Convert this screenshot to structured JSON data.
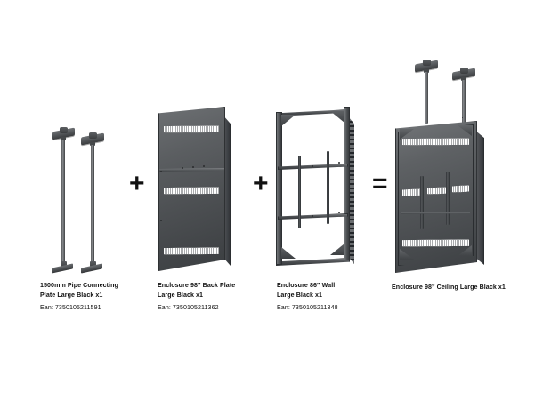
{
  "scene": {
    "background_color": "#ffffff",
    "accent_dark": "#3c3f42",
    "vent_color": "#ffffff",
    "text_color": "#111111"
  },
  "operators": [
    {
      "symbol": "+",
      "name": "plus-operator-1"
    },
    {
      "symbol": "+",
      "name": "plus-operator-2"
    },
    {
      "symbol": "=",
      "name": "equals-operator"
    }
  ],
  "items": [
    {
      "id": "pipe-connecting-plate",
      "title": "1500mm Pipe Connecting\nPlate Large Black x1",
      "ean_label": "Ean: 7350105211591",
      "quantity": "x1"
    },
    {
      "id": "enclosure-98-back-plate",
      "title": "Enclosure 98ˮ Back Plate\nLarge Black x1",
      "ean_label": "Ean: 7350105211362",
      "quantity": "x1"
    },
    {
      "id": "enclosure-86-wall",
      "title": "Enclosure 86ˮ Wall\nLarge Black x1",
      "ean_label": "Ean: 7350105211348",
      "quantity": "x1"
    }
  ],
  "result": {
    "id": "enclosure-98-ceiling",
    "title": "Enclosure 98ˮ Ceiling Large Black x1",
    "quantity": "x1"
  }
}
